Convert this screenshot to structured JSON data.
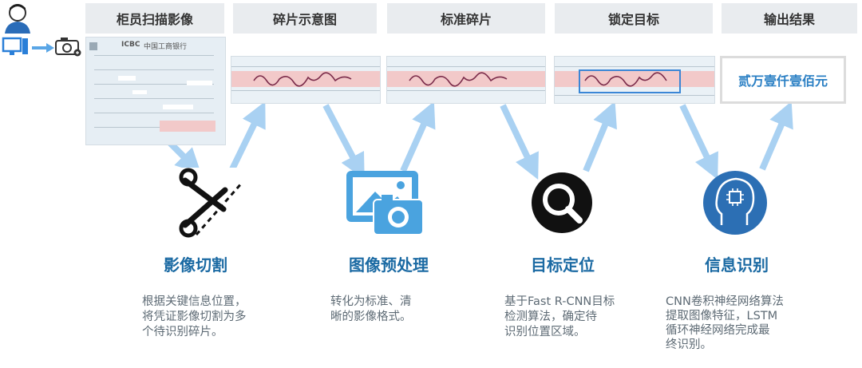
{
  "headers": [
    "柜员扫描影像",
    "碎片示意图",
    "标准碎片",
    "锁定目标",
    "输出结果"
  ],
  "result_text": "贰万壹仟壹佰元",
  "bank_logo": "ICBC",
  "bank_name": "中国工商银行",
  "stages": [
    {
      "title": "影像切割",
      "desc": [
        "根据关键信息位置，",
        "将凭证影像切割为多",
        "个待识别碎片。"
      ]
    },
    {
      "title": "图像预处理",
      "desc": [
        "转化为标准、清",
        "晰的影像格式。"
      ]
    },
    {
      "title": "目标定位",
      "desc": [
        "基于Fast R-CNN目标",
        "检测算法，确定待",
        "识别位置区域。"
      ]
    },
    {
      "title": "信息识别",
      "desc": [
        "CNN卷积神经网络算法",
        "提取图像特征，LSTM",
        "循环神经网络完成最",
        "终识别。"
      ]
    }
  ],
  "icons": [
    "user-icon",
    "computer-icon",
    "camera-icon",
    "scissors-icon",
    "image-camera-icon",
    "magnifier-icon",
    "ai-brain-icon"
  ],
  "colors": {
    "arrow": "#a9d1f2",
    "title": "#1b6aa3",
    "header_bg": "#e9ecef",
    "result_text": "#2a7fc4",
    "icon_blue": "#2c6fb4",
    "image_icon": "#4aa3df"
  }
}
